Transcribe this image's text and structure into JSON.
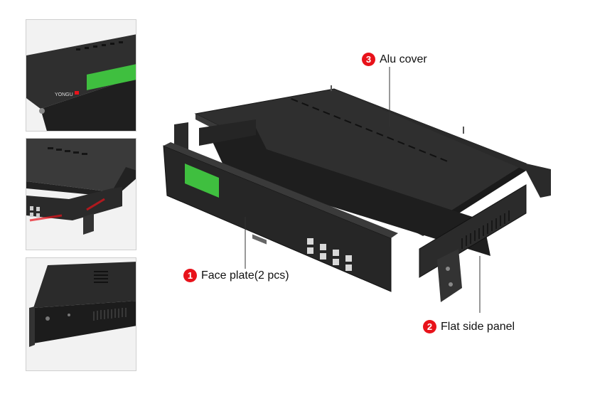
{
  "callouts": {
    "face_plate": {
      "number": "1",
      "label": "Face plate(2 pcs)"
    },
    "side_panel": {
      "number": "2",
      "label": "Flat side panel"
    },
    "alu_cover": {
      "number": "3",
      "label": "Alu cover"
    }
  },
  "logo": {
    "text": "YONGU"
  },
  "colors": {
    "accent": "#e8121a",
    "metal_dark": "#2a2a2a",
    "lcd_green": "#3fbf3f"
  }
}
